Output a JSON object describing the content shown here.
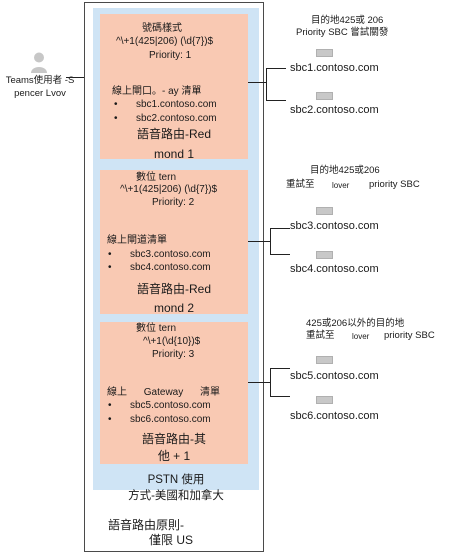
{
  "user": {
    "label_line1": "Teams使用者 -S",
    "label_line2": "pencer Lvov"
  },
  "policy": {
    "title_line1": "語音路由原則-",
    "title_line2": "僅限 US"
  },
  "pstn": {
    "line1": "PSTN 使用",
    "line2": "方式-美國和加拿大"
  },
  "routes": [
    {
      "pattern_label": "號碼樣式",
      "pattern": "^\\+1(425|206) (\\d{7})$",
      "priority": "Priority: 1",
      "gateway_label": "線上閘口。- ay 清單",
      "gateways": [
        "sbc1.contoso.com",
        "sbc2.contoso.com"
      ],
      "name_line1": "語音路由-Red",
      "name_line2": "mond 1"
    },
    {
      "pattern_label": "數位 tern",
      "pattern": "^\\+1(425|206) (\\d{7})$",
      "priority": "Priority: 2",
      "gateway_label": "線上閘道清單",
      "gateways": [
        "sbc3.contoso.com",
        "sbc4.contoso.com"
      ],
      "name_line1": "語音路由-Red",
      "name_line2": "mond 2"
    },
    {
      "pattern_label": "數位 tern",
      "pattern": "^\\+1(\\d{10})$",
      "priority": "Priority: 3",
      "gateway_label": "線上 Gateway 清單",
      "gateways": [
        "sbc5.contoso.com",
        "sbc6.contoso.com"
      ],
      "name_line1": "語音路由-其",
      "name_line2": "他 + 1"
    }
  ],
  "notes": [
    {
      "line1": "目的地425或 206",
      "line2": "Priority SBC 嘗試關發"
    },
    {
      "line1": "目的地425或206",
      "line2a": "重試至",
      "line2b": "lover",
      "line2c": "priority SBC"
    },
    {
      "line1": "425或206以外的目的地",
      "line2a": "重試至",
      "line2b": "lover",
      "line2c": "priority SBC"
    }
  ],
  "sbcs": [
    "sbc1.contoso.com",
    "sbc2.contoso.com",
    "sbc3.contoso.com",
    "sbc4.contoso.com",
    "sbc5.contoso.com",
    "sbc6.contoso.com"
  ],
  "colors": {
    "route_fill": "#f9c9b3",
    "pstn_fill": "#cfe4f5",
    "gateway_icon": "#c8c8c8",
    "person_icon": "#c7c7c7"
  }
}
